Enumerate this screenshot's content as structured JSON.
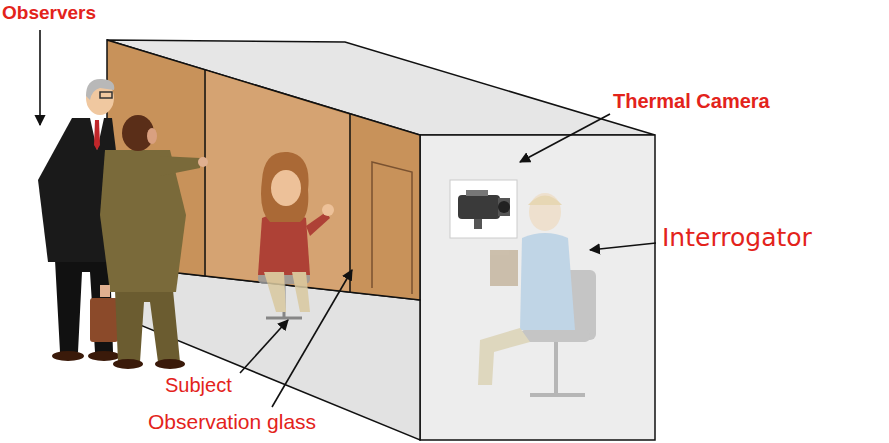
{
  "diagram": {
    "labels": [
      "Observers",
      "Thermal Camera",
      "Interrogator",
      "Subject",
      "Observation glass"
    ]
  }
}
